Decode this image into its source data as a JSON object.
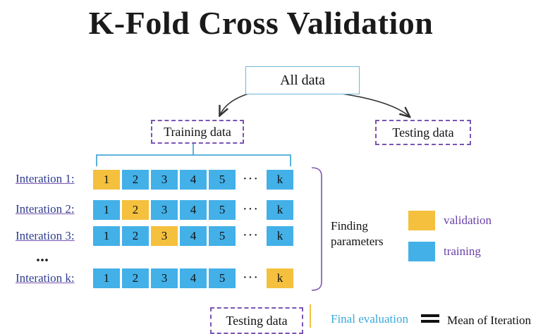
{
  "title": "K-Fold Cross Validation",
  "nodes": {
    "all_data": "All data",
    "training_data": "Training data",
    "testing_data": "Testing data",
    "bottom_testing_data": "Testing data"
  },
  "iterations": [
    {
      "label": "Interation 1:",
      "cells": [
        "1",
        "2",
        "3",
        "4",
        "5",
        "k"
      ],
      "validation_index": 0
    },
    {
      "label": "Interation 2:",
      "cells": [
        "1",
        "2",
        "3",
        "4",
        "5",
        "k"
      ],
      "validation_index": 1
    },
    {
      "label": "Interation 3:",
      "cells": [
        "1",
        "2",
        "3",
        "4",
        "5",
        "k"
      ],
      "validation_index": 2
    },
    {
      "label": "Interation k:",
      "cells": [
        "1",
        "2",
        "3",
        "4",
        "5",
        "k"
      ],
      "validation_index": 5
    }
  ],
  "ellipsis_cell": "···",
  "ellipsis_rows": "···",
  "finding_params": [
    "Finding",
    "parameters"
  ],
  "legend": {
    "validation": {
      "label": "validation",
      "color": "#f4c03e"
    },
    "training": {
      "label": "training",
      "color": "#43b0e8"
    }
  },
  "final_evaluation": "Final evaluation",
  "equals_symbol": "〓",
  "mean_of_iteration": "Mean of Iteration"
}
